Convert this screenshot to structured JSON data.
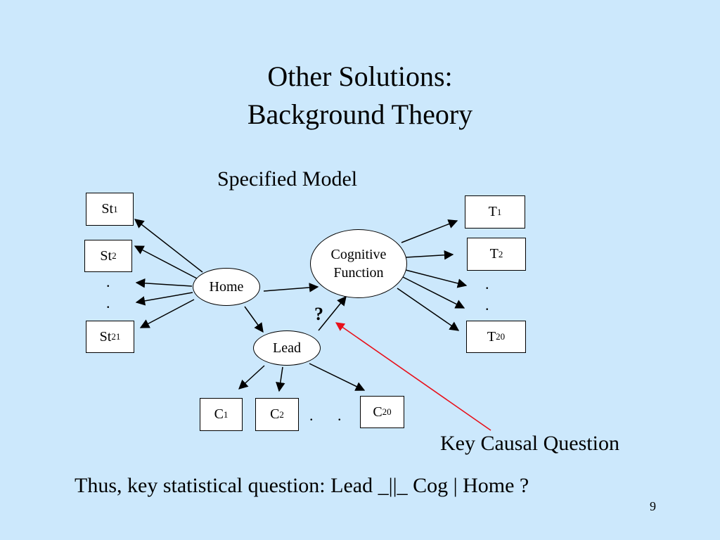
{
  "slide": {
    "title_line1": "Other Solutions:",
    "title_line2": "Background Theory",
    "subtitle": "Specified Model",
    "key_causal_question": "Key Causal Question",
    "statistical_question": "Thus, key statistical question: Lead _||_ Cog | Home ?",
    "page_number": "9",
    "question_mark": "?"
  },
  "diagram": {
    "nodes": {
      "st1": {
        "base": "St",
        "sub": "1"
      },
      "st2": {
        "base": "St",
        "sub": "2"
      },
      "st21": {
        "base": "St",
        "sub": "21"
      },
      "home": "Home",
      "lead": "Lead",
      "cog_line1": "Cognitive",
      "cog_line2": "Function",
      "t1": {
        "base": "T",
        "sub": "1"
      },
      "t2": {
        "base": "T",
        "sub": "2"
      },
      "t20": {
        "base": "T",
        "sub": "20"
      },
      "c1": {
        "base": "C",
        "sub": "1"
      },
      "c2": {
        "base": "C",
        "sub": "2"
      },
      "c20": {
        "base": "C",
        "sub": "20"
      }
    },
    "ellipsis_dot": ".",
    "arrow_color": "#000000",
    "highlight_arrow_color": "#e8101a"
  }
}
